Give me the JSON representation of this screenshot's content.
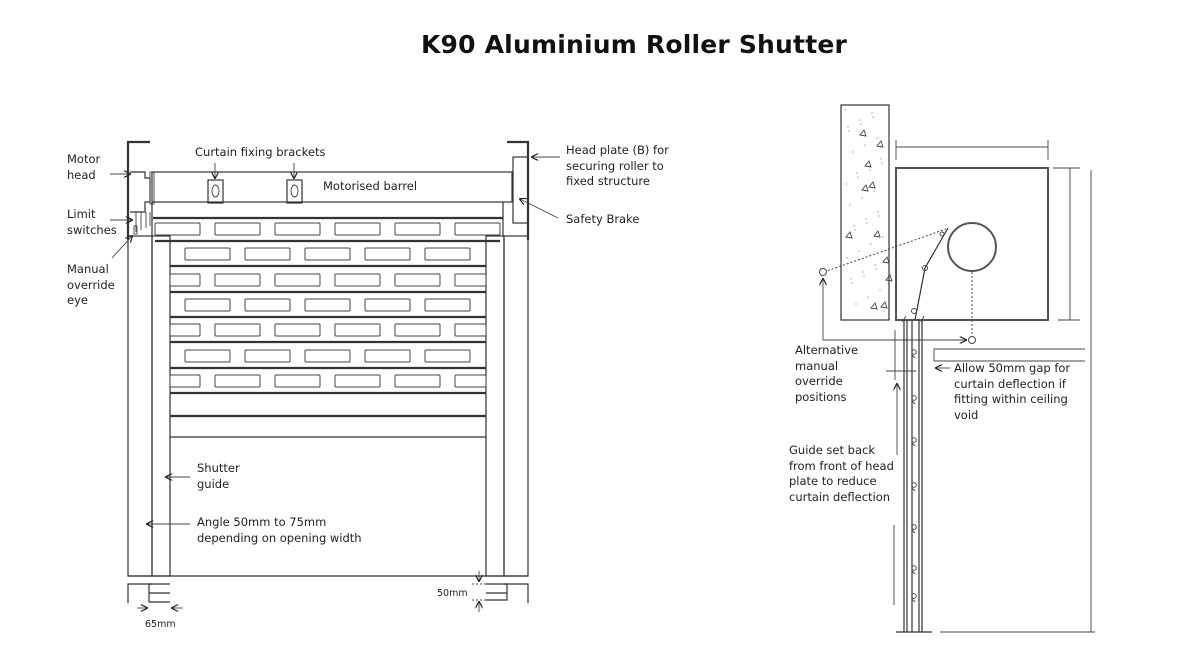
{
  "title": "K90 Aluminium Roller Shutter",
  "front_view": {
    "labels": {
      "motor_head": "Motor\nhead",
      "limit_switches": "Limit\nswitches",
      "manual_override_eye": "Manual\noverride\neye",
      "curtain_fixing_brackets": "Curtain fixing brackets",
      "motorised_barrel": "Motorised barrel",
      "head_plate": "Head plate (B) for\nsecuring roller to\nfixed structure",
      "safety_brake": "Safety Brake",
      "shutter_guide": "Shutter\nguide",
      "angle": "Angle 50mm to 75mm\ndepending on opening width",
      "dim_65": "65mm",
      "dim_50": "50mm"
    }
  },
  "side_view": {
    "labels": {
      "alternative_override": "Alternative\nmanual\noverride\npositions",
      "allow_gap": "Allow 50mm gap for\ncurtain deflection if\nfitting within ceiling\nvoid",
      "guide_set_back": "Guide set back\nfrom front of head\nplate to reduce\ncurtain deflection"
    }
  }
}
